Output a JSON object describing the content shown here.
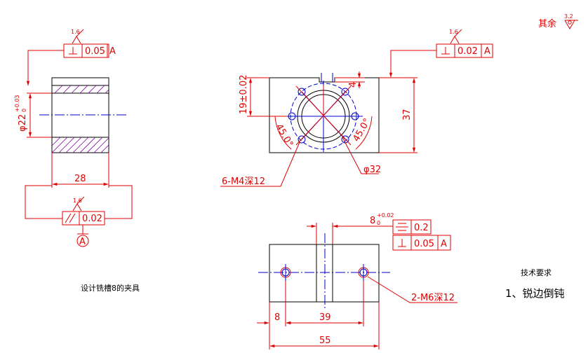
{
  "surface": {
    "label": "其余",
    "value": "3.2"
  },
  "left_view": {
    "roughness": "1.6",
    "perp_tol": "0.05",
    "perp_datum": "A",
    "dia_base": "φ22",
    "dia_upper": "+0.03",
    "dia_lower": "0",
    "width_dim": "28",
    "par_roughness": "1.6",
    "par_tol": "0.02",
    "datum_label": "A"
  },
  "front_view": {
    "roughness": "1.6",
    "perp_tol": "0.02",
    "perp_datum": "A",
    "height_dim": "19±0.02",
    "slot_dim": "4",
    "total_height": "37",
    "angle_left": "45.0°",
    "angle_right": "45.0°",
    "bore_dim": "φ32",
    "thread_callout": "6-M4深12"
  },
  "bottom_view": {
    "slot_base": "8",
    "slot_upper": "+0.02",
    "slot_lower": "0",
    "sym_tol": "0.2",
    "perp_tol": "0.05",
    "perp_datum": "A",
    "hole_callout": "2-M6深12",
    "dim_left": "8",
    "dim_mid": "39",
    "dim_total": "55"
  },
  "notes": {
    "title": "设计铣槽8的夹具",
    "tech_header": "技术要求",
    "tech_item": "1、锐边倒钝"
  }
}
